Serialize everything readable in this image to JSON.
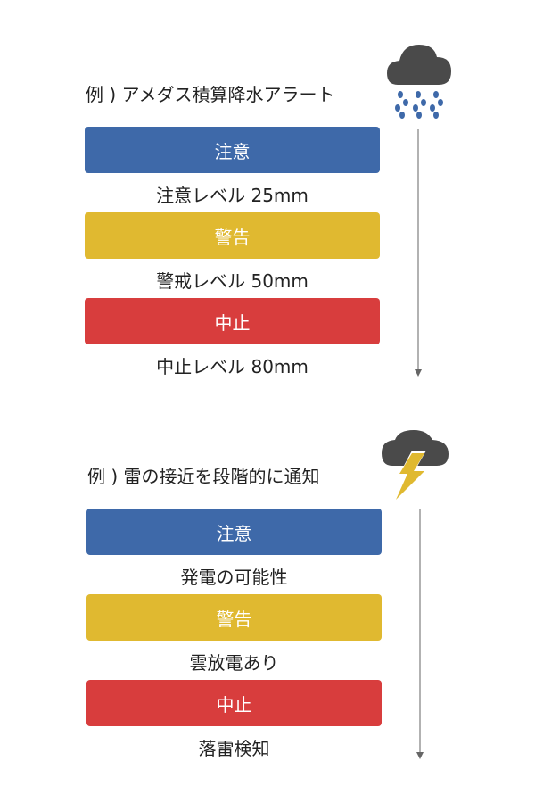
{
  "colors": {
    "caution": "#3e69a9",
    "warning": "#e0b930",
    "stop": "#d83d3d",
    "cloud": "#4a4a4a",
    "drop": "#3e69a9",
    "bolt": "#e0b930"
  },
  "section1": {
    "title": "例 ) アメダス積算降水アラート",
    "icon": "rain-cloud-icon",
    "levels": [
      {
        "label": "注意",
        "desc": "注意レベル 25mm"
      },
      {
        "label": "警告",
        "desc": "警戒レベル 50mm"
      },
      {
        "label": "中止",
        "desc": "中止レベル 80mm"
      }
    ]
  },
  "section2": {
    "title": "例 ) 雷の接近を段階的に通知",
    "icon": "thunder-cloud-icon",
    "levels": [
      {
        "label": "注意",
        "desc": "発電の可能性"
      },
      {
        "label": "警告",
        "desc": "雲放電あり"
      },
      {
        "label": "中止",
        "desc": "落雷検知"
      }
    ]
  }
}
